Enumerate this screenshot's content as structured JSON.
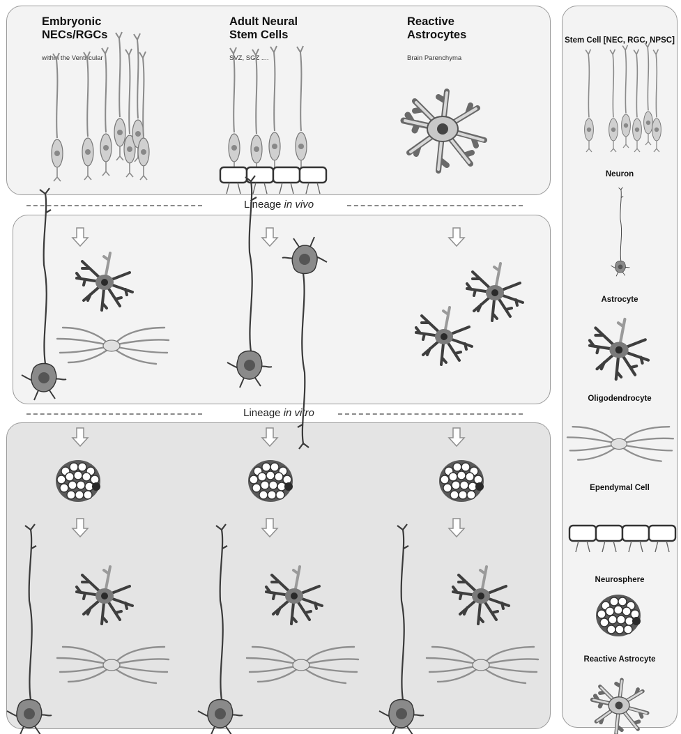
{
  "columns": [
    {
      "title_line1": "Embryonic",
      "title_line2": "NECs/RGCs",
      "subtitle": "within the Ventricular"
    },
    {
      "title_line1": "Adult Neural",
      "title_line2": "Stem Cells",
      "subtitle": "SVZ, SGZ ...."
    },
    {
      "title_line1": "Reactive",
      "title_line2": "Astrocytes",
      "subtitle": "Brain Parenchyma"
    }
  ],
  "lineage": {
    "vivo": {
      "prefix": "Lineage ",
      "italic": "in vivo"
    },
    "vitro": {
      "prefix": "Lineage ",
      "italic": "in vitro"
    }
  },
  "legend": [
    {
      "label": "Stem Cell [NEC, RGC, NPSC]",
      "icon": "stem-cell-icon"
    },
    {
      "label": "Neuron",
      "icon": "neuron-icon"
    },
    {
      "label": "Astrocyte",
      "icon": "astrocyte-icon"
    },
    {
      "label": "Oligodendrocyte",
      "icon": "oligodendrocyte-icon"
    },
    {
      "label": "Ependymal Cell",
      "icon": "ependymal-cell-icon"
    },
    {
      "label": "Neurosphere",
      "icon": "neurosphere-icon"
    },
    {
      "label": "Reactive Astrocyte",
      "icon": "reactive-astrocyte-icon"
    }
  ],
  "colors": {
    "panel_fill": "#f3f3f3",
    "vitro_panel_fill": "#e4e4e4",
    "border": "#9a9a9a",
    "cell_dark": "#4a4a4a",
    "cell_light": "#b0b0b0"
  }
}
